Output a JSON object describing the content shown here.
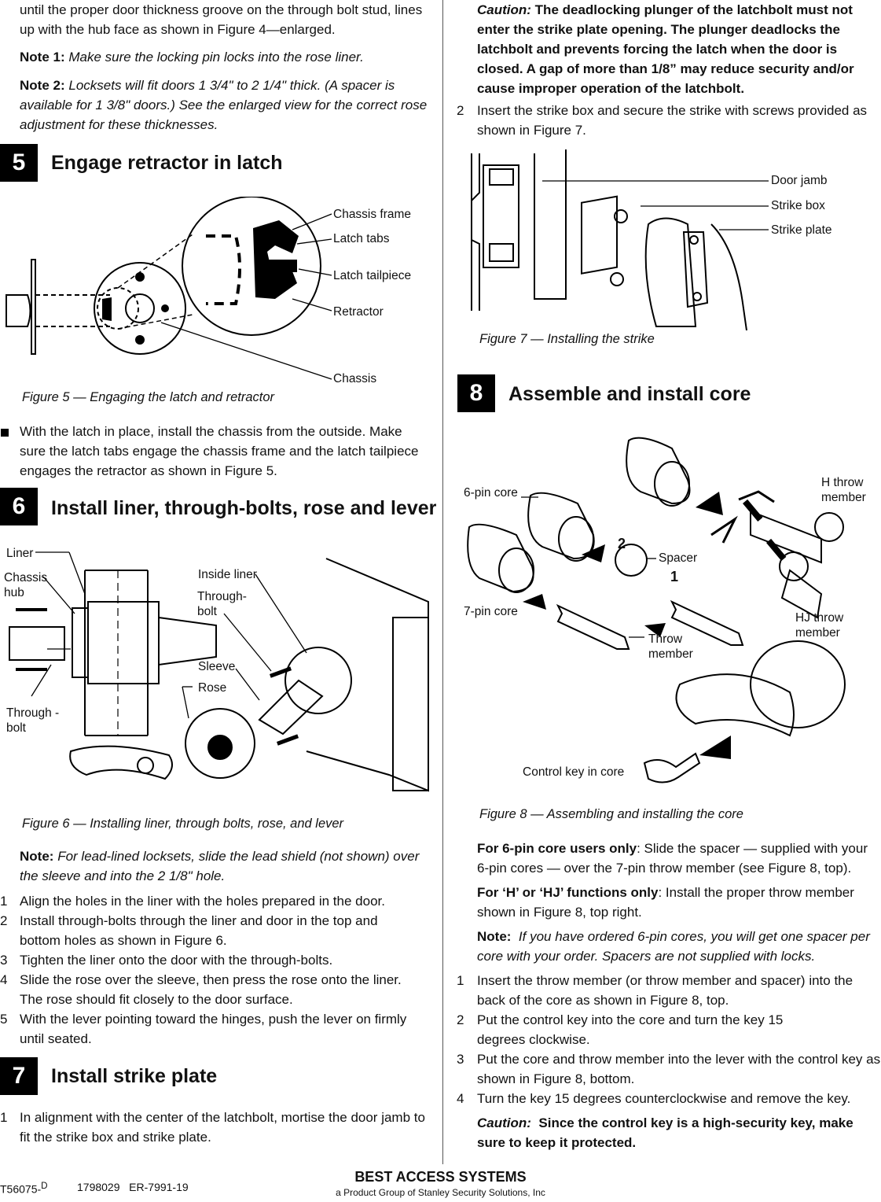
{
  "left": {
    "intro_text": "until the proper door thickness groove on the through bolt stud, lines up with the hub face as shown in Figure 4—enlarged.",
    "note1_label": "Note 1:",
    "note1_text": "Make sure the locking pin locks into the rose liner.",
    "note2_label": "Note 2:",
    "note2_text": "Locksets will fit doors 1 3/4\" to 2 1/4\" thick. (A spacer is available for 1 3/8\" doors.) See the enlarged view for the correct rose adjustment for these thicknesses.",
    "step5": {
      "number": "5",
      "title": "Engage retractor in latch",
      "labels": [
        "Chassis frame",
        "Latch tabs",
        "Latch tailpiece",
        "Retractor",
        "Chassis"
      ],
      "caption": "Figure 5 — Engaging the latch and retractor",
      "bullet_text": "With the latch in place, install the chassis from the outside. Make sure the latch tabs engage the chassis frame and the latch tailpiece engages the retractor as shown in Figure 5."
    },
    "step6": {
      "number": "6",
      "title": "Install liner, through-bolts, rose and lever",
      "labels": {
        "liner": "Liner",
        "chassis_hub": "Chassis hub",
        "through_bolt_left": "Through -bolt",
        "inside_liner": "Inside liner",
        "through_bolt": "Through- bolt",
        "sleeve": "Sleeve",
        "rose": "Rose"
      },
      "caption": "Figure 6 — Installing liner, through bolts, rose, and lever",
      "note_label": "Note:",
      "note_text": "For lead-lined locksets, slide the lead shield (not shown) over the sleeve and into the 2 1/8\" hole.",
      "steps": [
        {
          "n": "1",
          "text": "Align the holes in the liner with the holes prepared in the door."
        },
        {
          "n": "2",
          "text": "Install through-bolts through the liner and door in the top and bottom holes as shown in Figure 6."
        },
        {
          "n": "3",
          "text": "Tighten the liner onto the door with the through-bolts."
        },
        {
          "n": "4",
          "text": "Slide the rose over the sleeve, then press the rose onto the liner. The rose should fit closely to the door surface."
        },
        {
          "n": "5",
          "text": "With the lever pointing toward the hinges, push the lever on firmly until seated."
        }
      ]
    },
    "step7": {
      "number": "7",
      "title": "Install strike plate",
      "steps": [
        {
          "n": "1",
          "text": "In alignment with the center of the latchbolt, mortise the door jamb to fit the strike box and strike plate."
        }
      ]
    }
  },
  "right": {
    "caution_label": "Caution:",
    "caution_text": "The deadlocking plunger of the latchbolt must not enter the strike plate opening. The plunger deadlocks the latchbolt and prevents forcing the latch when the door is closed. A gap of more than 1/8” may reduce security and/or cause improper operation of the latchbolt.",
    "step7_item2": {
      "n": "2",
      "text": "Insert the strike box and secure the strike with screws provided as shown in Figure 7."
    },
    "fig7": {
      "labels": [
        "Door jamb",
        "Strike box",
        "Strike plate"
      ],
      "caption": "Figure 7 — Installing the strike"
    },
    "step8": {
      "number": "8",
      "title": "Assemble and install core",
      "labels": {
        "six_pin": "6-pin core",
        "seven_pin": "7-pin core",
        "h_throw": "H throw member",
        "hj_throw": "HJ throw member",
        "spacer": "Spacer",
        "throw_member": "Throw member",
        "control_key": "Control key in core",
        "arrow1": "1",
        "arrow2": "2"
      },
      "caption": "Figure 8 — Assembling and installing the core",
      "p1_label": "For 6-pin core users only",
      "p1_text": ": Slide the spacer — supplied with your 6-pin cores — over the 7-pin throw member (see Figure 8, top).",
      "p2_label": "For ‘H’ or ‘HJ’ functions only",
      "p2_text": ": Install the proper throw member shown in Figure 8, top right.",
      "note_label": "Note:",
      "note_text": "If you have ordered 6-pin cores, you will get one spacer per core with your order. Spacers are not supplied with locks.",
      "steps": [
        {
          "n": "1",
          "text": "Insert the throw member (or throw member and spacer) into the back of the core as shown in Figure 8, top."
        },
        {
          "n": "2",
          "text": "Put the control key into the core and turn the key 15 degrees clockwise."
        },
        {
          "n": "3",
          "text": "Put the core and throw member into the lever with the control key as shown in Figure 8, bottom."
        },
        {
          "n": "4",
          "text": "Turn the key 15 degrees counterclockwise and remove the key."
        }
      ],
      "caution_label": "Caution:",
      "caution_text": "Since the control key is a high-security key, make sure to keep it protected."
    }
  },
  "footer": {
    "doc_code": "T56075-",
    "doc_code_sup": "D",
    "part_numbers": "1798029   ER-7991-19",
    "company": "BEST ACCESS SYSTEMS",
    "company_sub": "a Product Group of Stanley Security Solutions, Inc"
  }
}
